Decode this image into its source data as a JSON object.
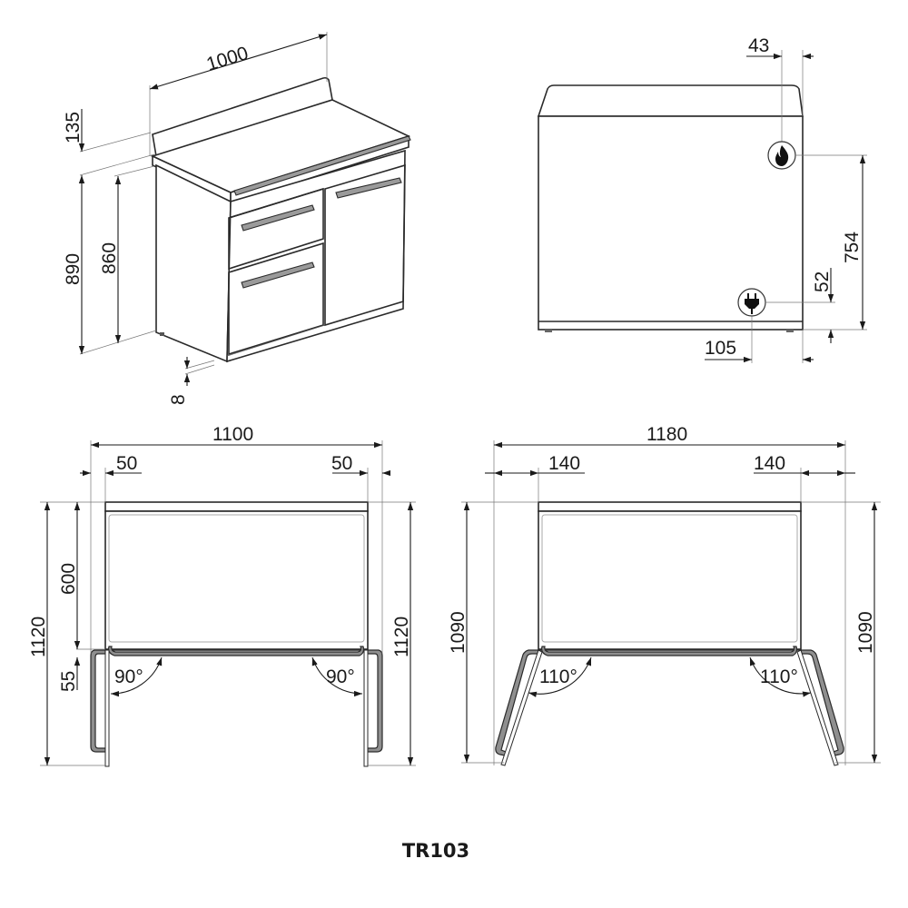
{
  "model": "TR103",
  "theme": {
    "line_color": "#2a2a2a",
    "door_fill": "#8f8f8f",
    "handle_fill": "#9a9a9a",
    "background": "#ffffff"
  },
  "views": {
    "isometric": {
      "width_label": "1000",
      "splashback_label": "135",
      "overall_height_label": "890",
      "worktop_height_label": "860",
      "foot_label": "8"
    },
    "rear": {
      "gas_offset_label": "43",
      "gas_height_label": "754",
      "electric_height_label": "52",
      "electric_offset_label": "105",
      "gas_icon": "flame-icon",
      "electric_icon": "plug-icon"
    },
    "top_doors_90": {
      "overall_width_label": "1100",
      "left_clearance_label": "50",
      "right_clearance_label": "50",
      "depth_label": "600",
      "door_label": "55",
      "left_depth_label": "1120",
      "right_depth_label": "1120",
      "left_angle_label": "90°",
      "right_angle_label": "90°"
    },
    "top_doors_110": {
      "overall_width_label": "1180",
      "left_clearance_label": "140",
      "right_clearance_label": "140",
      "left_depth_label": "1090",
      "right_depth_label": "1090",
      "left_angle_label": "110°",
      "right_angle_label": "110°"
    }
  }
}
